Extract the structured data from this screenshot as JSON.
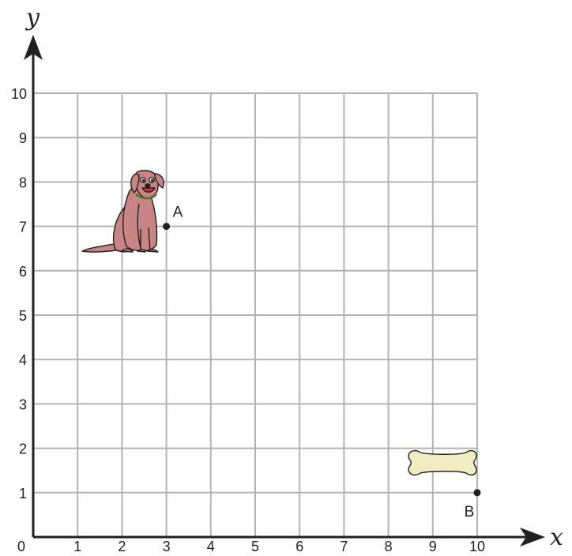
{
  "axes": {
    "x_label": "x",
    "y_label": "y",
    "origin_label": "0",
    "x_ticks": [
      "1",
      "2",
      "3",
      "4",
      "5",
      "6",
      "7",
      "8",
      "9",
      "10"
    ],
    "y_ticks": [
      "1",
      "2",
      "3",
      "4",
      "5",
      "6",
      "7",
      "8",
      "9",
      "10"
    ],
    "range": {
      "x": [
        0,
        10
      ],
      "y": [
        0,
        10
      ]
    },
    "grid": true
  },
  "points": [
    {
      "label": "A",
      "x": 3,
      "y": 7
    },
    {
      "label": "B",
      "x": 10,
      "y": 1
    }
  ],
  "pictures": [
    {
      "name": "dog",
      "near_point": "A"
    },
    {
      "name": "bone",
      "near_point": "B"
    }
  ],
  "colors": {
    "grid": "#b3b3b3",
    "axis": "#231f20",
    "dog_fill": "#c98586",
    "dog_tongue": "#e0302e",
    "bone_fill": "#f1ecc2"
  }
}
